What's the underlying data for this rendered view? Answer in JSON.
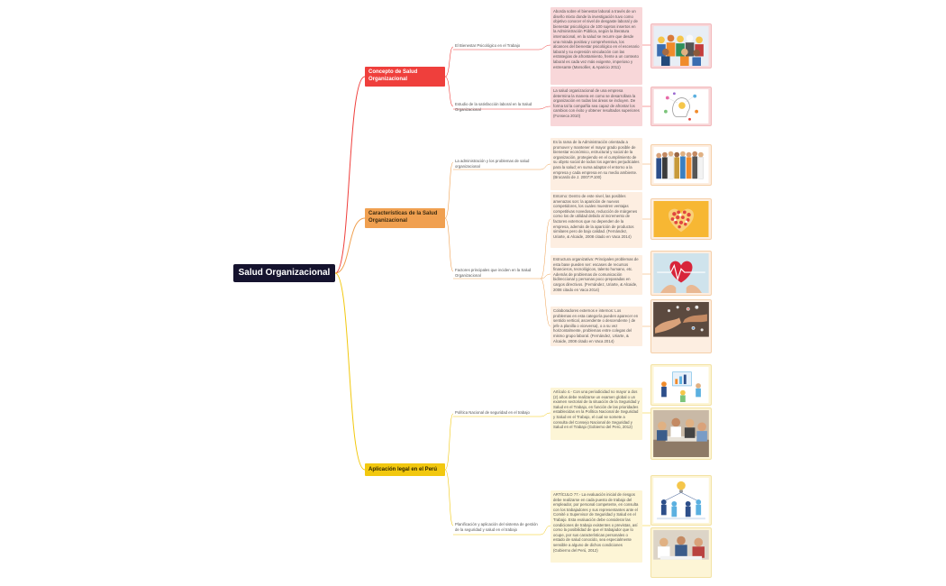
{
  "root": {
    "label": "Salud Organizacional"
  },
  "branches": [
    {
      "label": "Concepto de Salud Organizacional",
      "color": "#ef3f3c",
      "subtopics": [
        {
          "label": "El Bienestar Psicológico en el Trabajo",
          "detail": "Aborda sobre el bienestar laboral a través de un diseño mixto donde la investigación tuvo como objetivo conocer el nivel de desgaste laboral y de bienestar psicológico de 100 sujetos insertos en la Administración Pública, según la literatura internacional, en la salud se recurre que desde una mirada positiva y comprehensiva, los alcances del bienestar psicológico en el escenario laboral y su expresión vinculación con las estrategias de afrontamiento, frente a un contexto laboral es cada vez más exigente,\nimperioso y estresante (Marsollier, & Aparicio 2011)",
          "image": "workers-group-illustration"
        },
        {
          "label": "Estudio de la satisfacción laboral en la Salud Organizacional",
          "detail": "La salud organizacional de una empresa determina la manera en como se desarrollara la organización en todas las áreas se incluyen. De forma tal la compañía sea capaz de afrontar los cambios con éxito y obtener resultados superiores (Fonseca 2010)",
          "image": "lightbulb-head-illustration"
        }
      ]
    },
    {
      "label": "Características de la Salud Organizacional",
      "color": "#f0a050",
      "subtopics": [
        {
          "label": "La administración y los problemas  de  salud organizacional",
          "details": [
            {
              "text": "Es la rama de la Administración orientada a promover y mantener el mayor grado posible de bienestar económico, estructural y social de la organización, protegiendo en el cumplimiento de su objeto social de todos los agentes perjudiciales para la salud; en suma adaptar el entorno a la empresa y cada empresa en su medio ambiente. (Brocardo de J. 2007:P.100)",
              "image": "professionals-lineup-photo"
            }
          ]
        },
        {
          "label": "Factores principales que inciden en la Salud Organizacional",
          "details": [
            {
              "text": "Entorno: Dentro de este nivel, las posibles amenazas son: la aparición de nuevos competidores, los cuales muestren ventajas competitivas novedosas, reducción de márgenes como los de utilidad debido al incremento de factores externos que no dependen de la empresa, además de la aparición de productos similares pero de bajo calidad. (Fernández, Uriarte, & Alcaide, 2008 citado en Vaca 2014)",
              "image": "heart-of-hearts-illustration"
            },
            {
              "text": "Estructura organizativa: Principales problemas de esta base pueden ser: escases de recursos financieros, tecnológicos, talento humano, etc. Además de problemas de comunicación bidireccional y personas poco preparadas en cargos directivos. (Fernández, Uriarte, & Alcaide, 2008 citado en Vaca 2014)",
              "image": "heartbeat-hands-photo"
            },
            {
              "text": "Colaboradores externos e internos: Los problemas en esta categoría pueden aparecer en sentido vertical, ascendente o descendente ( de jefe a planilla o viceversa), o a su vez horizontalmente, problemas entre colegas del mismo grupo laboral. (Fernández, Uriarte, & Alcaide, 2008 citado en Vaca 2014)",
              "image": "hands-network-photo"
            }
          ]
        }
      ]
    },
    {
      "label": "Aplicación legal en el Perú",
      "color": "#f2c80f",
      "subtopics": [
        {
          "label": "Política Nacional de seguridad en el trabajo",
          "detail": "Artículo 4.- Con una periodicidad no mayor a dos (2) años debe realizarse un examen global o un examen sectorial de la situación de la Seguridad y Salud en el Trabajo, en función de las prioridades establecidas en la Política Nacional de Seguridad y Salud en el Trabajo, el cual se somete a consulta del Consejo Nacional de Seguridad y Salud en el Trabajo (Gobierno del Perú,  2012)",
          "images": [
            "meeting-chart-illustration",
            "team-meeting-photo"
          ]
        },
        {
          "label": "Planificación  y aplicación del sistema de gestión de la seguridad y salud en el trabajo",
          "detail": "ARTÍCULO 77.- La evaluación inicial de riesgos debe realizarse en cada puesto de trabajo del empleador, por personal competente, en consulta con los trabajadores y sus representantes ante el Comité o Supervisor de Seguridad y Salud en el Trabajo. Esta evaluación debe considerar las condiciones de trabajo existentes o previstas, así como la posibilidad de que el trabajador que lo ocupe, por sus características personales o estado de salud conocido, sea especialmente sensible a alguno de dichos condiciones (Gobierno del Perú,  2012)",
          "images": [
            "team-ideas-illustration",
            "office-discussion-photo"
          ]
        }
      ]
    }
  ]
}
